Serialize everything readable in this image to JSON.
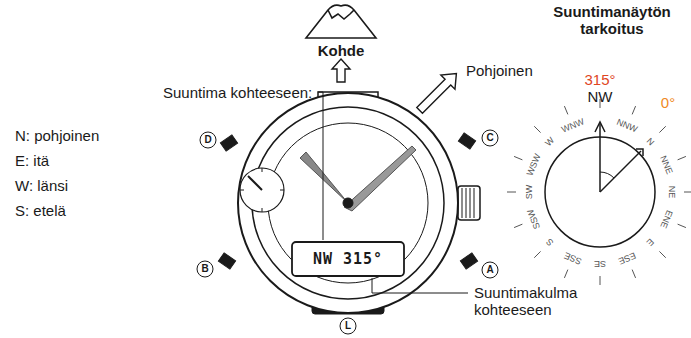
{
  "diagram": {
    "labels": [
      "Kohde",
      "Suuntima kohteeseen:",
      "Pohjoinen",
      "N: pohjoinen",
      "E: itä",
      "W: länsi",
      "S: etelä",
      "D",
      "C",
      "B",
      "A",
      "L",
      "NW 315°",
      "Suuntimakulma kohteeseen",
      "Suuntimanäytön tarkoitus",
      "315°",
      "NW",
      "0°",
      "N",
      "NNE",
      "NE",
      "ENE",
      "E",
      "ESE",
      "SE",
      "SSE",
      "S",
      "SSW",
      "SW",
      "WSW",
      "W",
      "WNW",
      "NNW"
    ]
  }
}
